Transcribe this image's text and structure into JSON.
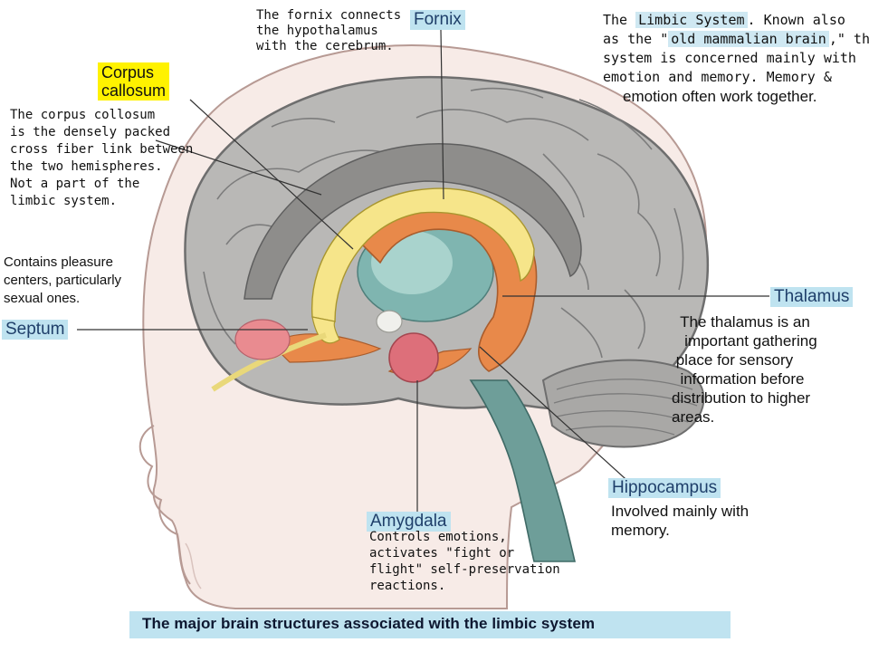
{
  "caption": "The major brain structures associated with the limbic system",
  "labels": {
    "fornix": "Fornix",
    "corpus_callosum": "Corpus\ncallosum",
    "septum": "Septum",
    "thalamus": "Thalamus",
    "hippocampus": "Hippocampus",
    "amygdala": "Amygdala"
  },
  "descriptions": {
    "fornix": "The fornix connects\nthe hypothalamus\nwith the cerebrum.",
    "corpus_callosum": "The corpus collosum\nis the densely packed\ncross fiber link between\nthe two hemispheres.\nNot a part of the\nlimbic system.",
    "septum": "Contains pleasure\ncenters, particularly\nsexual ones.",
    "thalamus": "  The thalamus is an\n   important gathering\n place for sensory\n  information before\ndistribution to higher\nareas.",
    "hippocampus": "Involved mainly with\nmemory.",
    "amygdala": "Controls emotions,\nactivates \"fight or\nflight\" self-preservation\nreactions."
  },
  "limbic_note": {
    "prefix": "The ",
    "highlight_title": "Limbic System",
    "line1_rest": ".  Known also",
    "line2_prefix": "as the \"",
    "highlight_alias": "old mammalian brain",
    "line2_suffix": ",\"  this",
    "line3": "system is concerned mainly with",
    "line4": "emotion and memory.  Memory &",
    "line5": "emotion often work together."
  },
  "colors": {
    "label_blue": "#bfe3f0",
    "label_yellow": "#fff200",
    "brain_gray": "#b9b8b6",
    "skin": "#f5e6e2",
    "fornix_yellow": "#f6e58a",
    "hippocampus_orange": "#e8894a",
    "amygdala_pink": "#dd6f7a",
    "thalamus_teal": "#7fb5b0"
  }
}
